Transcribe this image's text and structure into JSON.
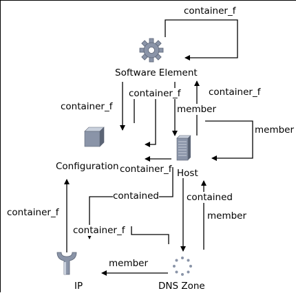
{
  "nodes": {
    "software_element": {
      "label": "Software Element",
      "icon": "gear-icon"
    },
    "configuration": {
      "label": "Configuration",
      "icon": "cube-icon"
    },
    "host": {
      "label": "Host",
      "icon": "server-icon"
    },
    "ip": {
      "label": "IP",
      "icon": "network-tap-icon"
    },
    "dns_zone": {
      "label": "DNS  Zone",
      "icon": "dotted-ring-icon"
    }
  },
  "edges": [
    {
      "label": "container_f"
    },
    {
      "label": "container_f"
    },
    {
      "label": "container_f"
    },
    {
      "label": "container_f"
    },
    {
      "label": "member"
    },
    {
      "label": "member"
    },
    {
      "label": "container_f"
    },
    {
      "label": "contained"
    },
    {
      "label": "contained"
    },
    {
      "label": "member"
    },
    {
      "label": "container_f"
    },
    {
      "label": "container_f"
    },
    {
      "label": "member"
    }
  ],
  "colors": {
    "line": "#000000",
    "icon_fill": "#8a94a8",
    "icon_dark": "#5b6475",
    "icon_light": "#c9d0dc"
  }
}
